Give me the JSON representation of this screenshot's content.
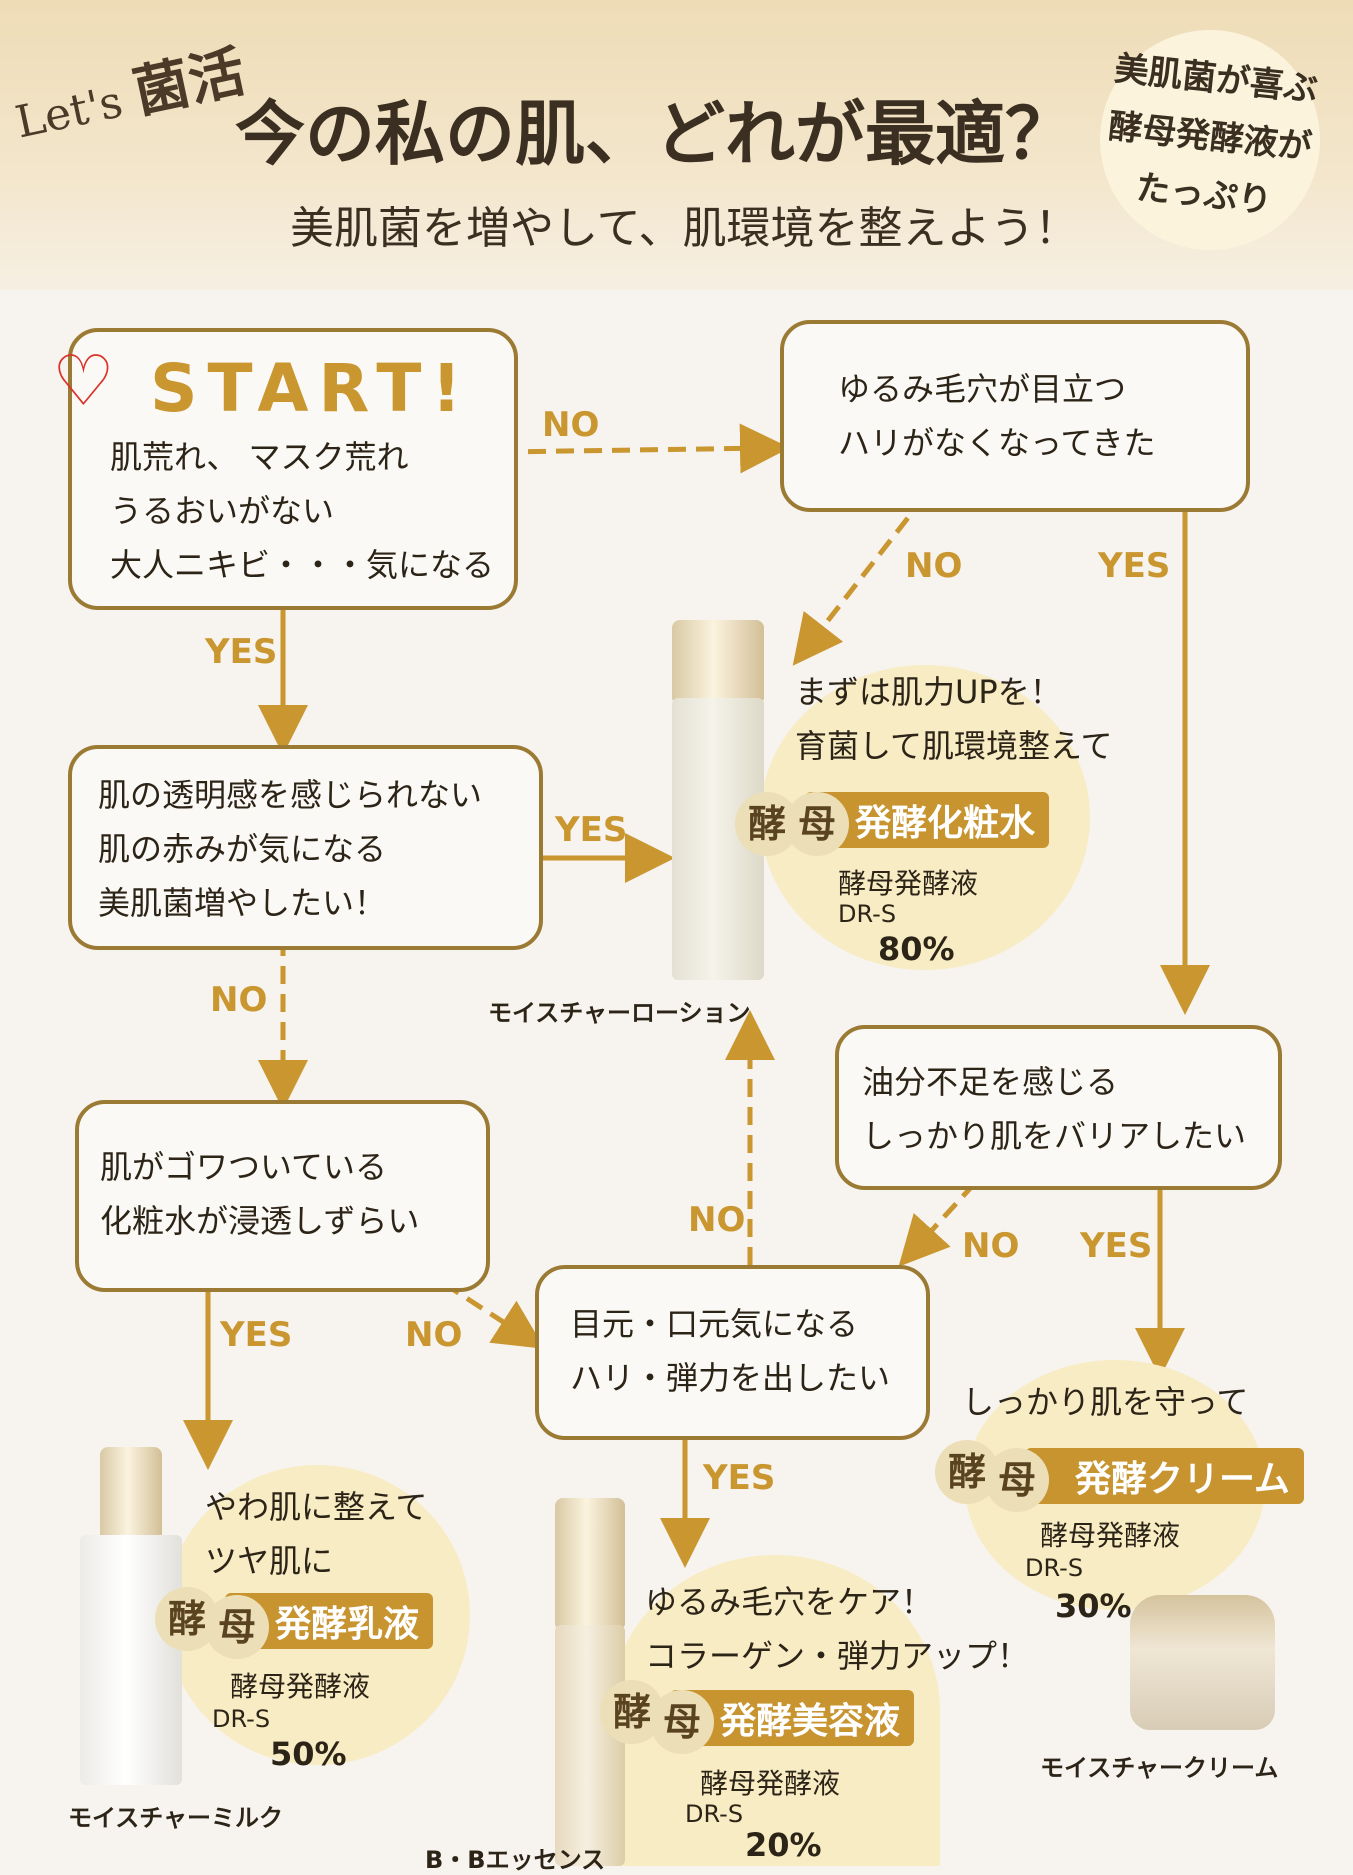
{
  "header": {
    "lets": "Let's",
    "kinkatsu": "菌活",
    "title": "今の私の肌、どれが最適？",
    "subtitle": "美肌菌を増やして、肌環境を整えよう！",
    "badge": "美肌菌が喜ぶ\n酵母発酵液が\nたっぷり"
  },
  "start": {
    "label": "START!",
    "text": "肌荒れ、 マスク荒れ\nうるおいがない\n大人ニキビ・・・気になる"
  },
  "questions": {
    "q_pores": "ゆるみ毛穴が目立つ\nハリがなくなってきた",
    "q_clarity": "肌の透明感を感じられない\n肌の赤みが気になる\n美肌菌増やしたい！",
    "q_oil": "油分不足を感じる\nしっかり肌をバリアしたい",
    "q_stiff": "肌がゴワついている\n化粧水が浸透しずらい",
    "q_eyes": "目元・口元気になる\nハリ・弾力を出したい"
  },
  "labels": {
    "yes": "YES",
    "no": "NO"
  },
  "yeast_chars": {
    "a": "酵",
    "b": "母"
  },
  "products": {
    "lotion": {
      "headline": "まずは肌力UPを！\n育菌して肌環境整えて",
      "name": "発酵化粧水",
      "ingredient": "酵母発酵液",
      "code": "DR-S",
      "percent": "80%",
      "caption": "モイスチャーローション"
    },
    "cream": {
      "headline": "しっかり肌を守って",
      "name": "発酵クリーム",
      "ingredient": "酵母発酵液",
      "code": "DR-S",
      "percent": "30%",
      "caption": "モイスチャークリーム"
    },
    "milk": {
      "headline": "やわ肌に整えて\nツヤ肌に",
      "name": "発酵乳液",
      "ingredient": "酵母発酵液",
      "code": "DR-S",
      "percent": "50%",
      "caption": "モイスチャーミルク"
    },
    "essence": {
      "headline": "ゆるみ毛穴をケア！\nコラーゲン・弾力アップ！",
      "name": "発酵美容液",
      "ingredient": "酵母発酵液",
      "code": "DR-S",
      "percent": "20%",
      "caption": "B・Bエッセンス"
    }
  },
  "colors": {
    "accent": "#c9962f",
    "border": "#9b7a34",
    "blob": "#f8ecc4"
  }
}
